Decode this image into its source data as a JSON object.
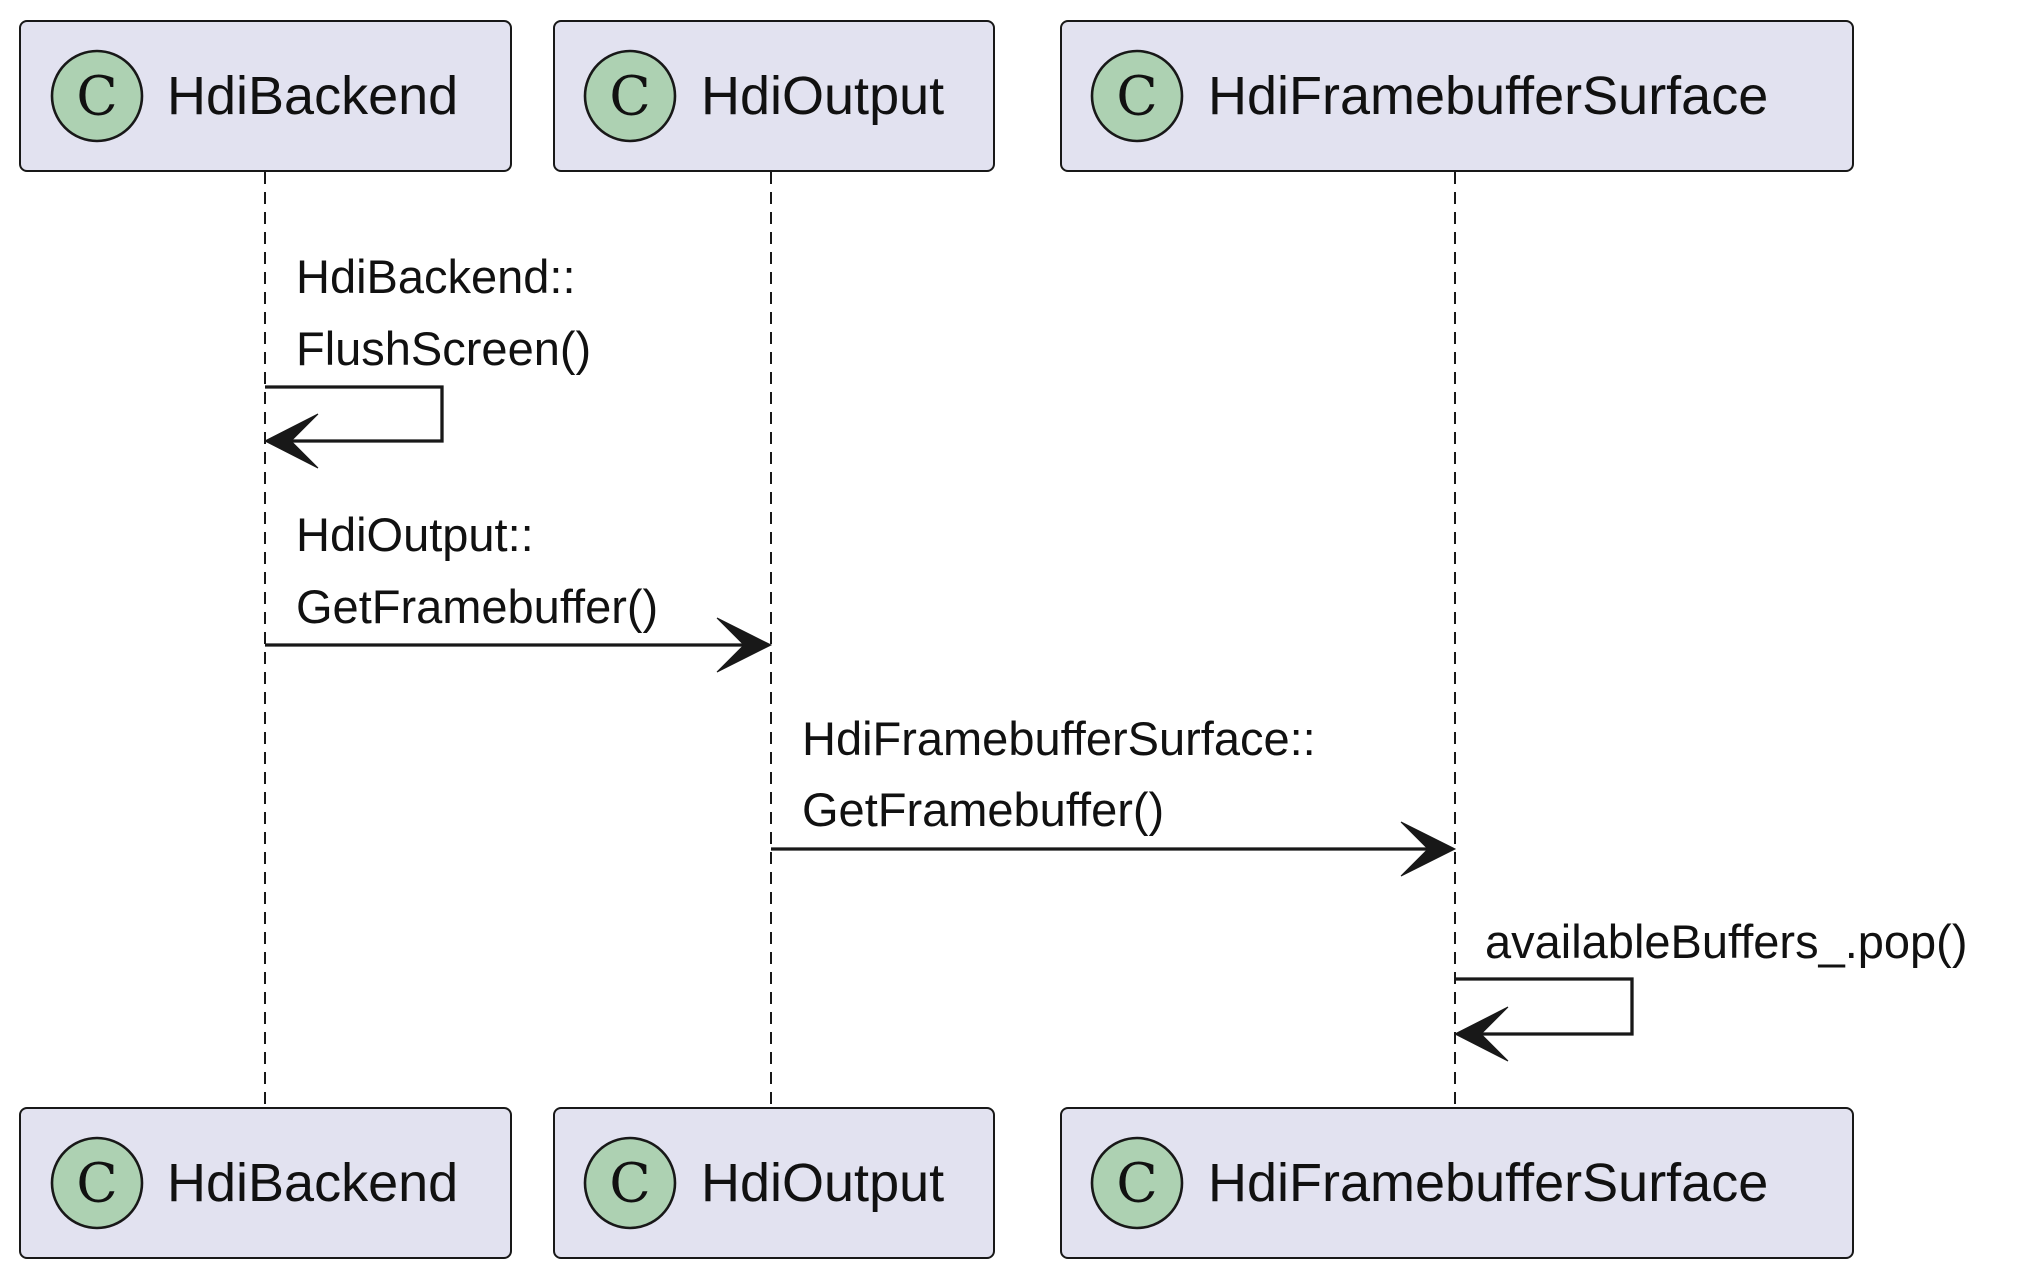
{
  "participants": [
    {
      "name": "HdiBackend",
      "icon_letter": "C",
      "icon": "class-icon"
    },
    {
      "name": "HdiOutput",
      "icon_letter": "C",
      "icon": "class-icon"
    },
    {
      "name": "HdiFramebufferSurface",
      "icon_letter": "C",
      "icon": "class-icon"
    }
  ],
  "messages": [
    {
      "from": "HdiBackend",
      "to": "HdiBackend",
      "lines": [
        "HdiBackend::",
        "FlushScreen()"
      ]
    },
    {
      "from": "HdiBackend",
      "to": "HdiOutput",
      "lines": [
        "HdiOutput::",
        "GetFramebuffer()"
      ]
    },
    {
      "from": "HdiOutput",
      "to": "HdiFramebufferSurface",
      "lines": [
        "HdiFramebufferSurface::",
        "GetFramebuffer()"
      ]
    },
    {
      "from": "HdiFramebufferSurface",
      "to": "HdiFramebufferSurface",
      "lines": [
        "availableBuffers_.pop()"
      ]
    }
  ],
  "colors": {
    "participant_fill": "#E2E2F0",
    "class_icon_fill": "#ADD1B2",
    "stroke": "#181818"
  }
}
